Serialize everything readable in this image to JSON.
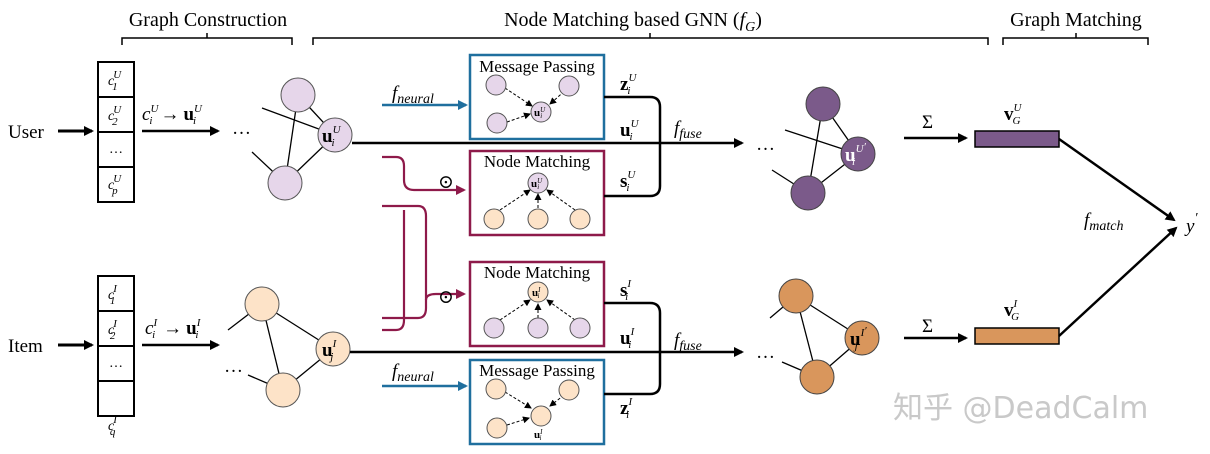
{
  "headers": {
    "graph_construction": "Graph Construction",
    "node_matching_gnn": "Node Matching based GNN (",
    "node_matching_gnn_fn": "f",
    "node_matching_gnn_sub": "G",
    "node_matching_gnn_close": ")",
    "graph_matching": "Graph Matching"
  },
  "inputs": {
    "user": "User",
    "item": "Item"
  },
  "user_features": {
    "base": "c",
    "sup": "U",
    "subs": [
      "1",
      "2",
      "p"
    ],
    "ellipsis": "…"
  },
  "item_features": {
    "base": "c",
    "sup": "I",
    "subs": [
      "1",
      "2",
      "q"
    ],
    "ellipsis": "…"
  },
  "mapping": {
    "c": "c",
    "u": "u",
    "i": "i",
    "j": "j",
    "U": "U",
    "I": "I",
    "arrow": "→",
    "dots": "…"
  },
  "modules": {
    "message_passing": "Message Passing",
    "node_matching": "Node Matching",
    "f_neural": "f",
    "f_neural_sub": "neural",
    "f_fuse": "f",
    "f_fuse_sub": "fuse",
    "odot": "⊙"
  },
  "vectors": {
    "z": "z",
    "u": "u",
    "s": "s",
    "v": "v",
    "G": "G",
    "sum": "Σ"
  },
  "matching": {
    "f_match": "f",
    "f_match_sub": "match",
    "output": "y",
    "prime": "′"
  },
  "colors": {
    "user_light": "#e6d6ea",
    "user_dark": "#7b5a8a",
    "item_light": "#fde3c8",
    "item_dark": "#d9965c",
    "blue": "#1f6f9e",
    "maroon": "#8e1a4a"
  },
  "watermark": "知乎 @DeadCalm"
}
